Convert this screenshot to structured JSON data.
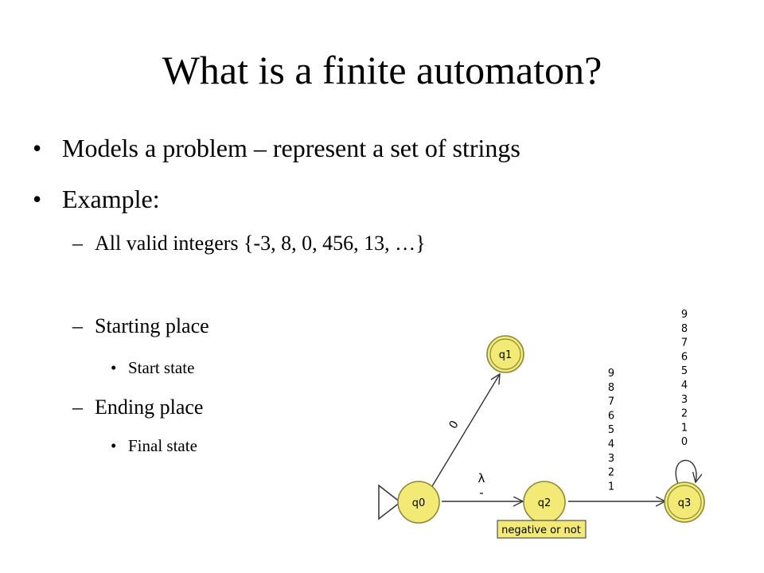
{
  "slide": {
    "title": "What is a finite automaton?",
    "bullets": {
      "b1": "Models a problem – represent a set of strings",
      "b2": "Example:"
    },
    "subbullets": {
      "s1": "All valid integers {-3, 8, 0, 456, 13, …}",
      "s2": "Starting place",
      "s3": "Ending place"
    },
    "subsub": {
      "t1": "Start state",
      "t2": "Final state"
    },
    "markers": {
      "bullet": "•",
      "dash": "–"
    }
  },
  "automaton": {
    "states": [
      {
        "id": "q0",
        "label": "q0",
        "initial": true,
        "final": false
      },
      {
        "id": "q1",
        "label": "q1",
        "initial": false,
        "final": true
      },
      {
        "id": "q2",
        "label": "q2",
        "initial": false,
        "final": false,
        "note": "negative or not"
      },
      {
        "id": "q3",
        "label": "q3",
        "initial": false,
        "final": true
      }
    ],
    "transitions": [
      {
        "from": "q0",
        "to": "q1",
        "labels": [
          "0"
        ]
      },
      {
        "from": "q0",
        "to": "q2",
        "labels": [
          "λ",
          "-"
        ]
      },
      {
        "from": "q2",
        "to": "q3",
        "labels": [
          "9",
          "8",
          "7",
          "6",
          "5",
          "4",
          "3",
          "2",
          "1"
        ]
      },
      {
        "from": "q3",
        "to": "q3",
        "labels": [
          "9",
          "8",
          "7",
          "6",
          "5",
          "4",
          "3",
          "2",
          "1",
          "0"
        ]
      }
    ],
    "colors": {
      "state_fill": "#f2ea74",
      "state_stroke": "#8a8a3a",
      "edge": "#333333",
      "note_fill": "#f2ea74"
    }
  }
}
